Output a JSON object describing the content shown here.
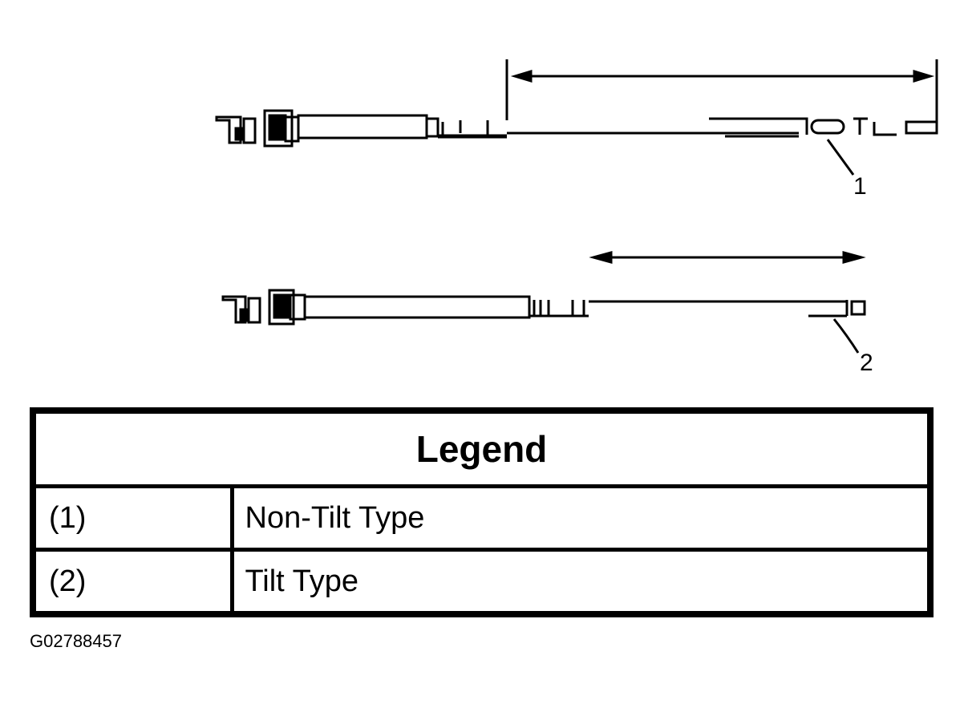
{
  "diagram": {
    "callouts": [
      {
        "label": "1"
      },
      {
        "label": "2"
      }
    ]
  },
  "legend": {
    "title": "Legend",
    "rows": [
      {
        "key": "(1)",
        "value": "Non-Tilt Type"
      },
      {
        "key": "(2)",
        "value": "Tilt Type"
      }
    ]
  },
  "figure_id": "G02788457"
}
